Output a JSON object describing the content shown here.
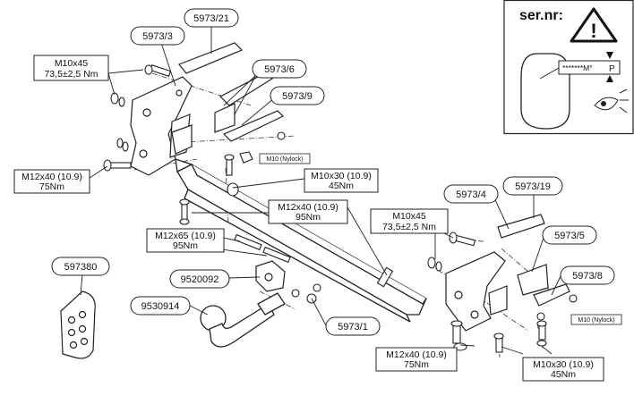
{
  "part_labels": {
    "p5973_21": "5973/21",
    "p5973_3": "5973/3",
    "p5973_6": "5973/6",
    "p5973_9": "5973/9",
    "p5973_4": "5973/4",
    "p5973_19": "5973/19",
    "p5973_5": "5973/5",
    "p5973_8": "5973/8",
    "p5973_1": "5973/1",
    "p597380": "597380",
    "p9520092": "9520092",
    "p9530914": "9530914"
  },
  "bolt_specs": {
    "b1": {
      "size": "M10x45",
      "torque": "73,5±2,5 Nm"
    },
    "b2": {
      "size": "M12x40 (10.9)",
      "torque": "75Nm"
    },
    "b3": {
      "size": "M10x30 (10.9)",
      "torque": "45Nm"
    },
    "b4": {
      "size": "M12x40 (10.9)",
      "torque": "95Nm"
    },
    "b5": {
      "size": "M10x45",
      "torque": "73,5±2,5 Nm"
    },
    "b6": {
      "size": "M12x65 (10.9)",
      "torque": "95Nm"
    },
    "b7": {
      "size": "M12x40 (10.9)",
      "torque": "75Nm"
    },
    "b8": {
      "size": "M10x30 (10.9)",
      "torque": "45Nm"
    }
  },
  "nut_labels": {
    "n1": "M10 (Nylock)",
    "n2": "M10 (Nylock)"
  },
  "serial_panel": {
    "title": "ser.nr:",
    "plate_text": "*******M°",
    "plate_letter": "P",
    "warning_symbol": "!"
  }
}
